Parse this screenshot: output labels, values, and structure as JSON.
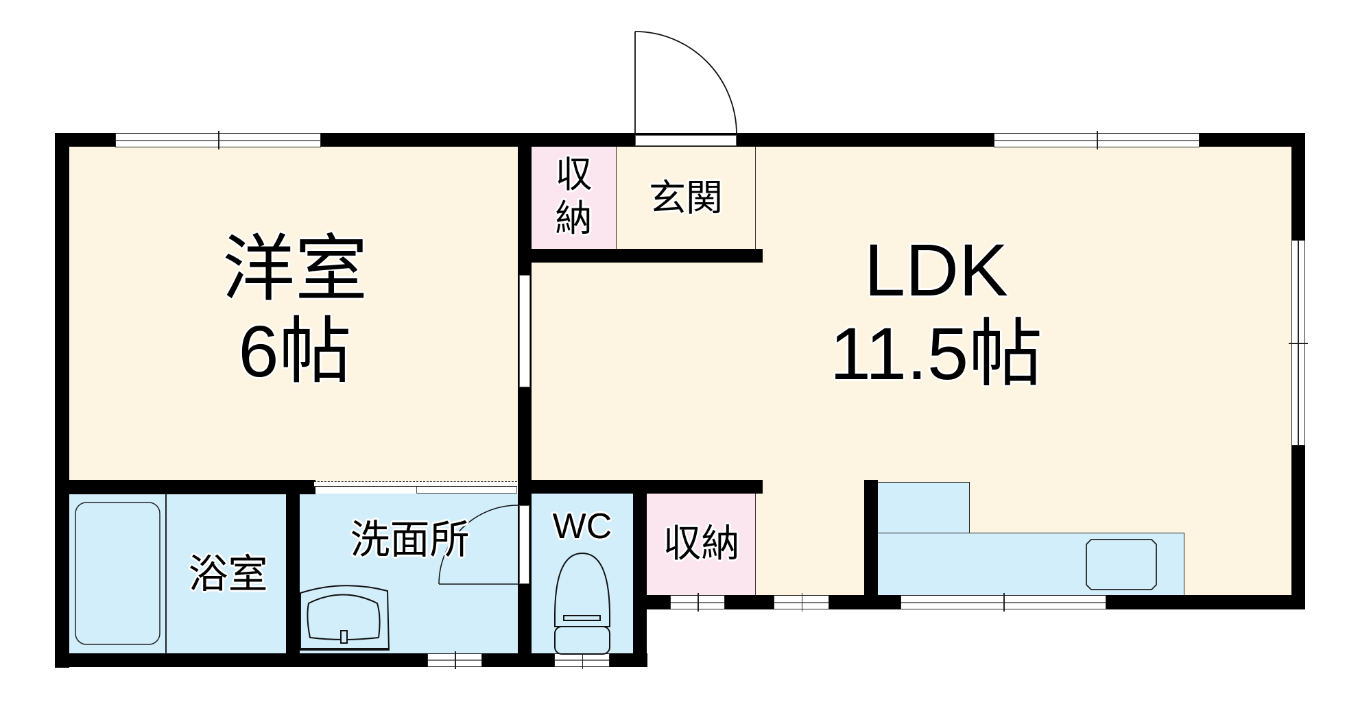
{
  "floorplan": {
    "rooms": {
      "western_room": {
        "name": "洋室",
        "size": "6帖"
      },
      "ldk": {
        "name": "LDK",
        "size": "11.5帖"
      },
      "entrance": {
        "name": "玄関"
      },
      "storage_top": {
        "name_line1": "収",
        "name_line2": "納"
      },
      "storage_bottom": {
        "name": "収納"
      },
      "bathroom": {
        "name": "浴室"
      },
      "washroom": {
        "name": "洗面所"
      },
      "toilet": {
        "name": "WC"
      }
    },
    "colors": {
      "living_floor": "#fdf5e2",
      "wet_area_floor": "#d2eefa",
      "storage_floor": "#fbe6ef",
      "wall": "#000000"
    }
  }
}
